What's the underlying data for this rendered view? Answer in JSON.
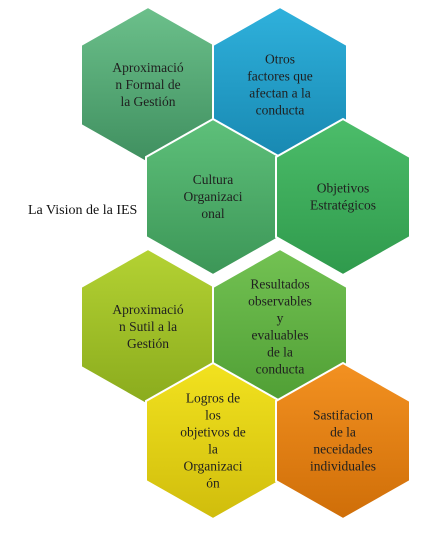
{
  "side_label": "La Vision de la IES",
  "hexagons": [
    {
      "id": "aproximacion-formal",
      "lines": [
        "Aproximació",
        "n Formal de",
        "la Gestión"
      ],
      "color": "#6cc08b",
      "dark": "#3f8f5f"
    },
    {
      "id": "otros-factores",
      "lines": [
        "Otros",
        "factores que",
        "afectan a la",
        "conducta"
      ],
      "color": "#2fb1dc",
      "dark": "#1787b0"
    },
    {
      "id": "cultura-organizacional",
      "lines": [
        "Cultura",
        "Organizaci",
        "onal"
      ],
      "color": "#5ec07a",
      "dark": "#3c9657"
    },
    {
      "id": "objetivos-estrategicos",
      "lines": [
        "Objetivos",
        "Estratégicos"
      ],
      "color": "#4cbd6a",
      "dark": "#2f9a4c"
    },
    {
      "id": "aproximacion-sutil",
      "lines": [
        "Aproximació",
        "n Sutil a la",
        "Gestión"
      ],
      "color": "#b4d233",
      "dark": "#8aab1d"
    },
    {
      "id": "resultados-observables",
      "lines": [
        "Resultados",
        "observables",
        "y",
        "evaluables",
        "de la",
        "conducta"
      ],
      "color": "#73c253",
      "dark": "#4f9e34"
    },
    {
      "id": "logros-objetivos",
      "lines": [
        "Logros de",
        "los",
        "objetivos de",
        "la",
        "Organizaci",
        "ón"
      ],
      "color": "#f2e21f",
      "dark": "#d0bd0c"
    },
    {
      "id": "satisfacion-necesidades",
      "lines": [
        "Sastifacion",
        "de la",
        "neceidades",
        "individuales"
      ],
      "color": "#f39121",
      "dark": "#cf6e08"
    }
  ]
}
